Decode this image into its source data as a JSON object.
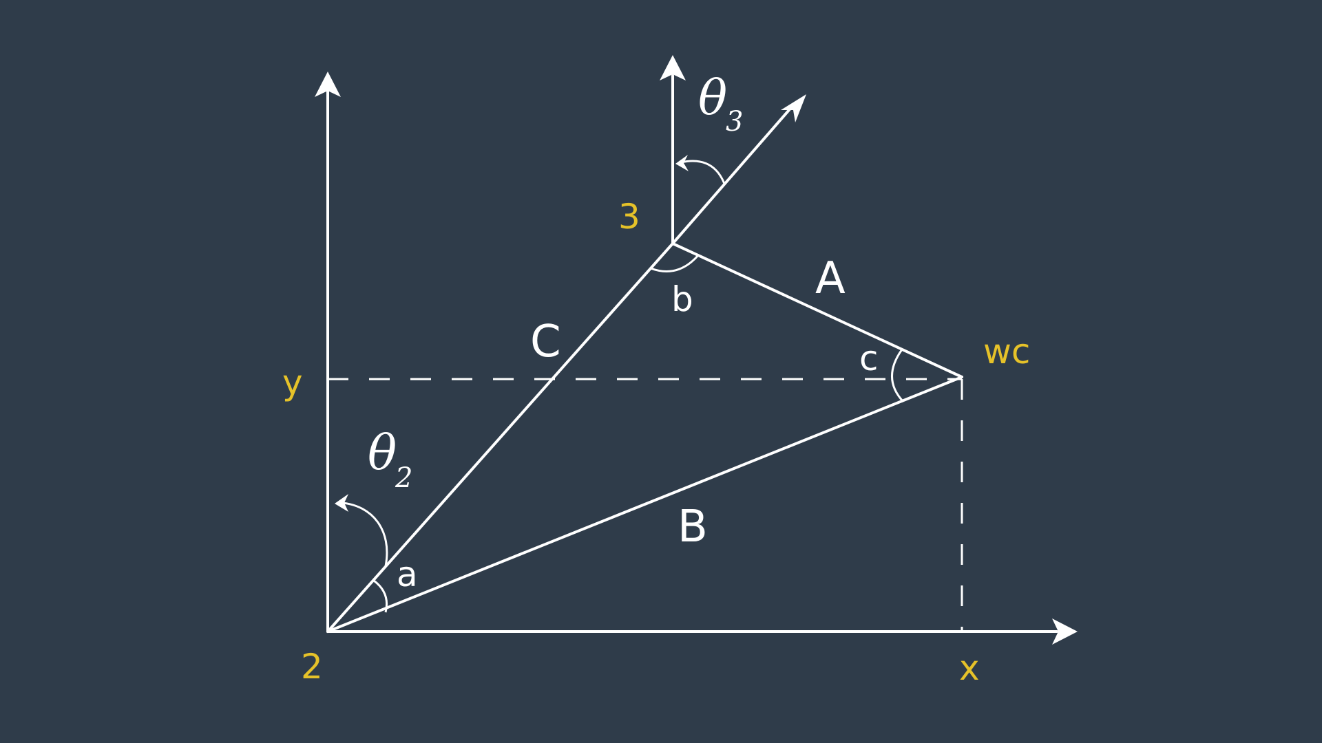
{
  "colors": {
    "background": "#2f3c4a",
    "lines": "#ffffff",
    "accent": "#e6c229"
  },
  "points": {
    "joint2": "2",
    "joint3": "3",
    "wrist_center": "wc"
  },
  "axes": {
    "x": "x",
    "y": "y"
  },
  "sides": {
    "A": "A",
    "B": "B",
    "C": "C"
  },
  "angles": {
    "a": "a",
    "b": "b",
    "c": "c",
    "theta2_symbol": "θ",
    "theta2_sub": "2",
    "theta3_symbol": "θ",
    "theta3_sub": "3"
  }
}
